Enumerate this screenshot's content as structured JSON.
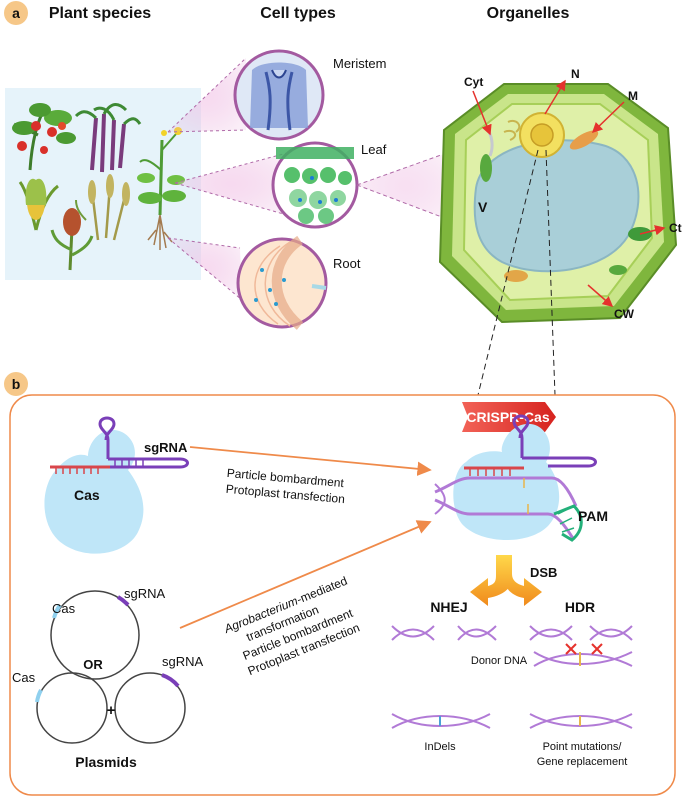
{
  "panel_a": {
    "badge": "a",
    "headers": {
      "plant_species": "Plant species",
      "cell_types": "Cell types",
      "organelles": "Organelles"
    },
    "cell_types": [
      "Meristem",
      "Leaf",
      "Root"
    ],
    "organelle_labels": {
      "cyt": "Cyt",
      "n": "N",
      "m": "M",
      "v": "V",
      "ct": "Ct",
      "cw": "CW"
    }
  },
  "panel_b": {
    "badge": "b",
    "crispr_banner": "CRISPR-Cas",
    "cas_label": "Cas",
    "sgrna_label": "sgRNA",
    "delivery_rnp": [
      "Particle bombardment",
      "Protoplast transfection"
    ],
    "delivery_plasmid": {
      "agro_italic": "Agrobacterium",
      "agro_rest": "-mediated",
      "lines": [
        "transformation",
        "Particle bombardment",
        "Protoplast transfection"
      ]
    },
    "plasmid_labels": {
      "cas": "Cas",
      "sgrna": "sgRNA",
      "or": "OR",
      "plus": "+",
      "plasmids": "Plasmids"
    },
    "pam": "PAM",
    "dsb": "DSB",
    "nhej": "NHEJ",
    "hdr": "HDR",
    "donor_dna": "Donor DNA",
    "indels": "InDels",
    "outcome_hdr": [
      "Point mutations/",
      "Gene replacement"
    ]
  },
  "colors": {
    "badge": "#f6c788",
    "frame": "#ef8a4a",
    "arrow": "#ef8a4a",
    "cas_protein": "#bfe6f8",
    "rna": "#7a3fb8",
    "guide": "#d8464b",
    "pam": "#23b07a",
    "dna": "#b17ad6",
    "banner": "#e8302e",
    "cell_wall": "#7fb63d",
    "vacuole": "#a9cfd8"
  }
}
